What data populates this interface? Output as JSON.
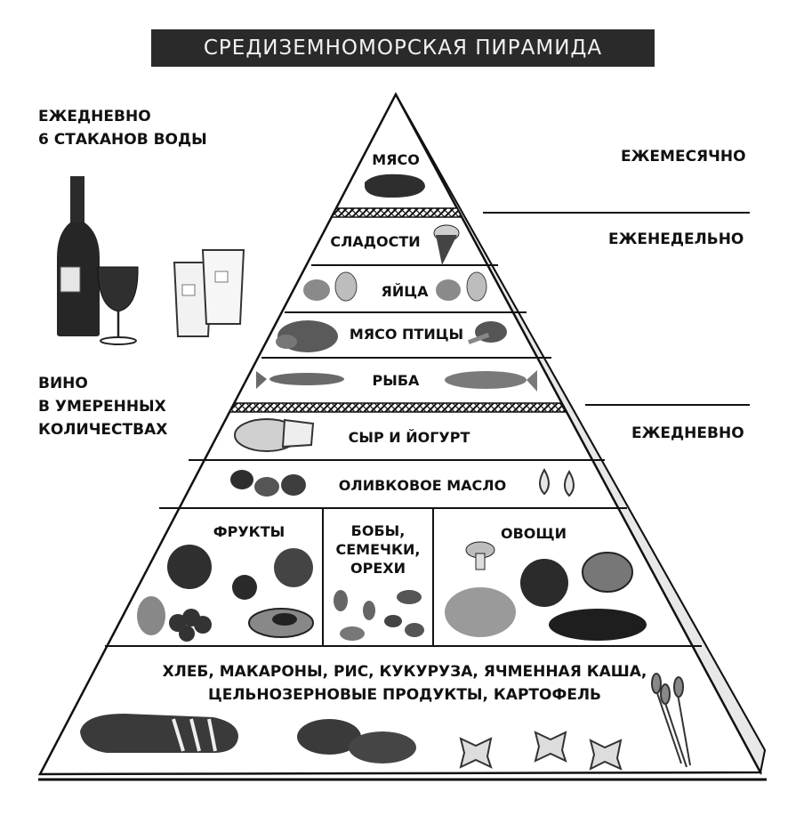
{
  "title": "СРЕДИЗЕМНОМОРСКАЯ ПИРАМИДА",
  "left": {
    "water_line1": "ЕЖЕДНЕВНО",
    "water_line2": "6 СТАКАНОВ ВОДЫ",
    "wine_line1": "ВИНО",
    "wine_line2": "В УМЕРЕННЫХ",
    "wine_line3": "КОЛИЧЕСТВАХ"
  },
  "frequency": {
    "monthly": "ЕЖЕМЕСЯЧНО",
    "weekly": "ЕЖЕНЕДЕЛЬНО",
    "daily": "ЕЖЕДНЕВНО"
  },
  "levels": {
    "meat": "МЯСО",
    "sweets": "СЛАДОСТИ",
    "eggs": "ЯЙЦА",
    "poultry": "МЯСО ПТИЦЫ",
    "fish": "РЫБА",
    "cheese": "СЫР И ЙОГУРТ",
    "olive_oil": "ОЛИВКОВОЕ МАСЛО",
    "fruits": "ФРУКТЫ",
    "beans_1": "БОБЫ,",
    "beans_2": "СЕМЕЧКИ,",
    "beans_3": "ОРЕХИ",
    "vegetables": "ОВОЩИ",
    "grains_1": "ХЛЕБ, МАКАРОНЫ, РИС, КУКУРУЗА, ЯЧМЕННАЯ КАША,",
    "grains_2": "ЦЕЛЬНОЗЕРНОВЫЕ ПРОДУКТЫ, КАРТОФЕЛЬ"
  },
  "colors": {
    "ink": "#111111",
    "title_bg": "#2a2a2a",
    "side_face": "#d9d9d9",
    "food": "#3a3a3a"
  }
}
